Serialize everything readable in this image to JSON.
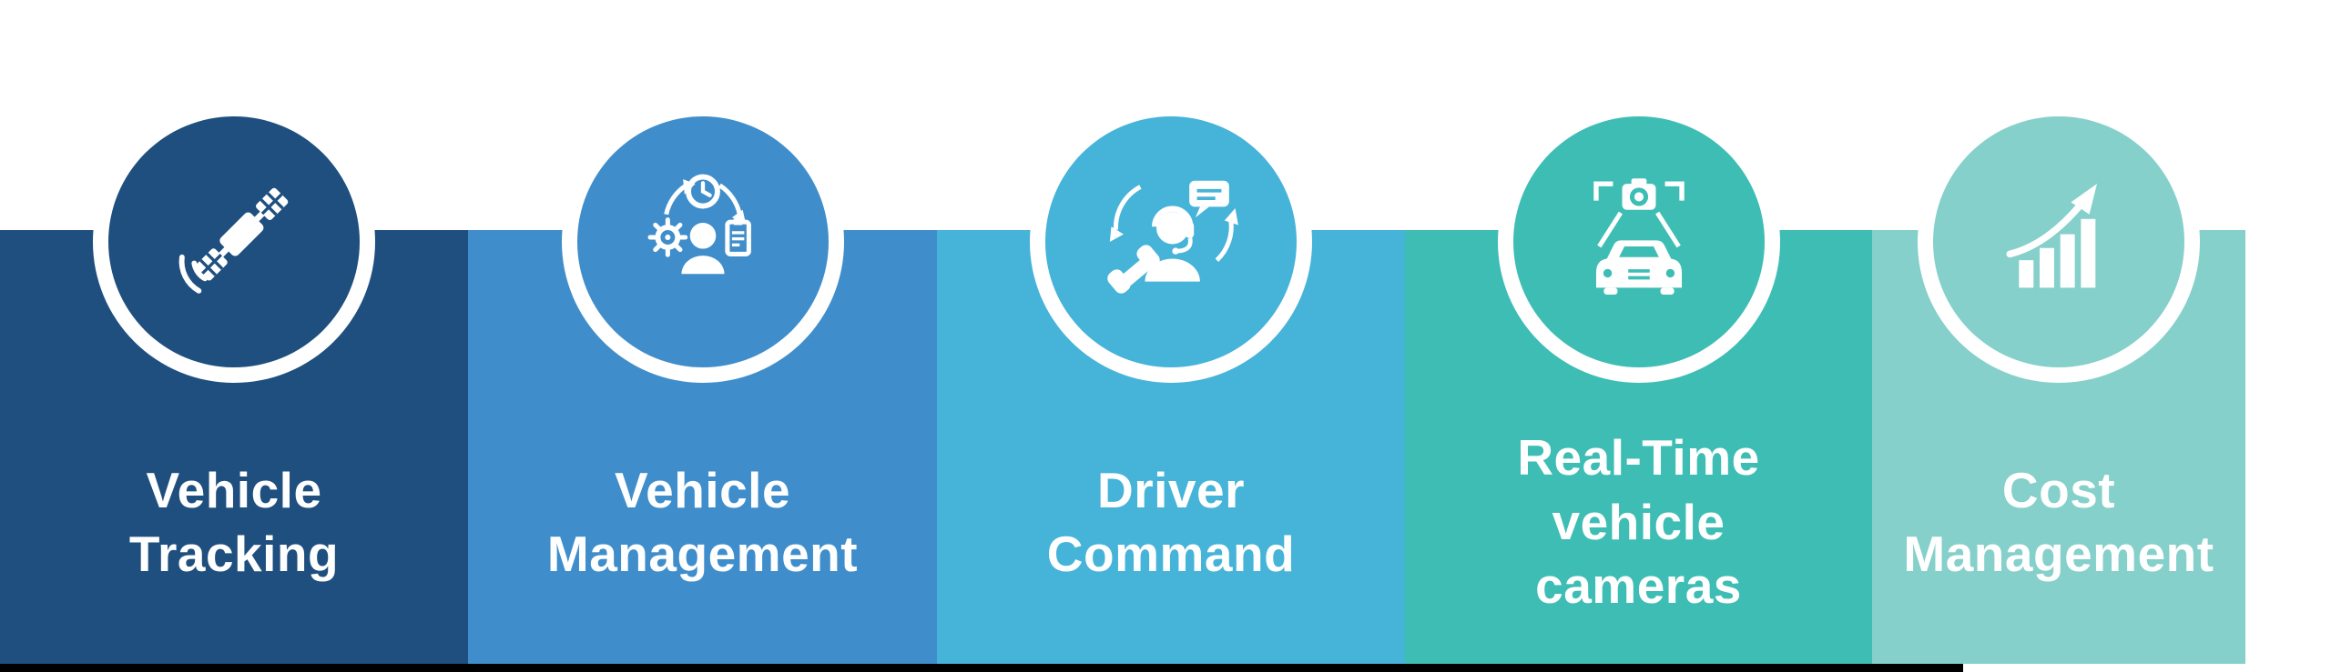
{
  "page": {
    "background_color": "#ffffff",
    "footer_bar_color": "#000000",
    "text_color": "#ffffff"
  },
  "sections": [
    {
      "label": "Vehicle\nTracking",
      "color": "#1e4f7f",
      "icon": "satellite-icon"
    },
    {
      "label": "Vehicle\nManagement",
      "color": "#3f8ecb",
      "icon": "vehicle-management-icon"
    },
    {
      "label": "Driver\nCommand",
      "color": "#46b3d9",
      "icon": "driver-command-icon"
    },
    {
      "label": "Real-Time\nvehicle\ncameras",
      "color": "#3ebdb5",
      "icon": "vehicle-cameras-icon"
    },
    {
      "label": "Cost\nManagement",
      "color": "#85d0ca",
      "icon": "cost-management-icon"
    }
  ]
}
